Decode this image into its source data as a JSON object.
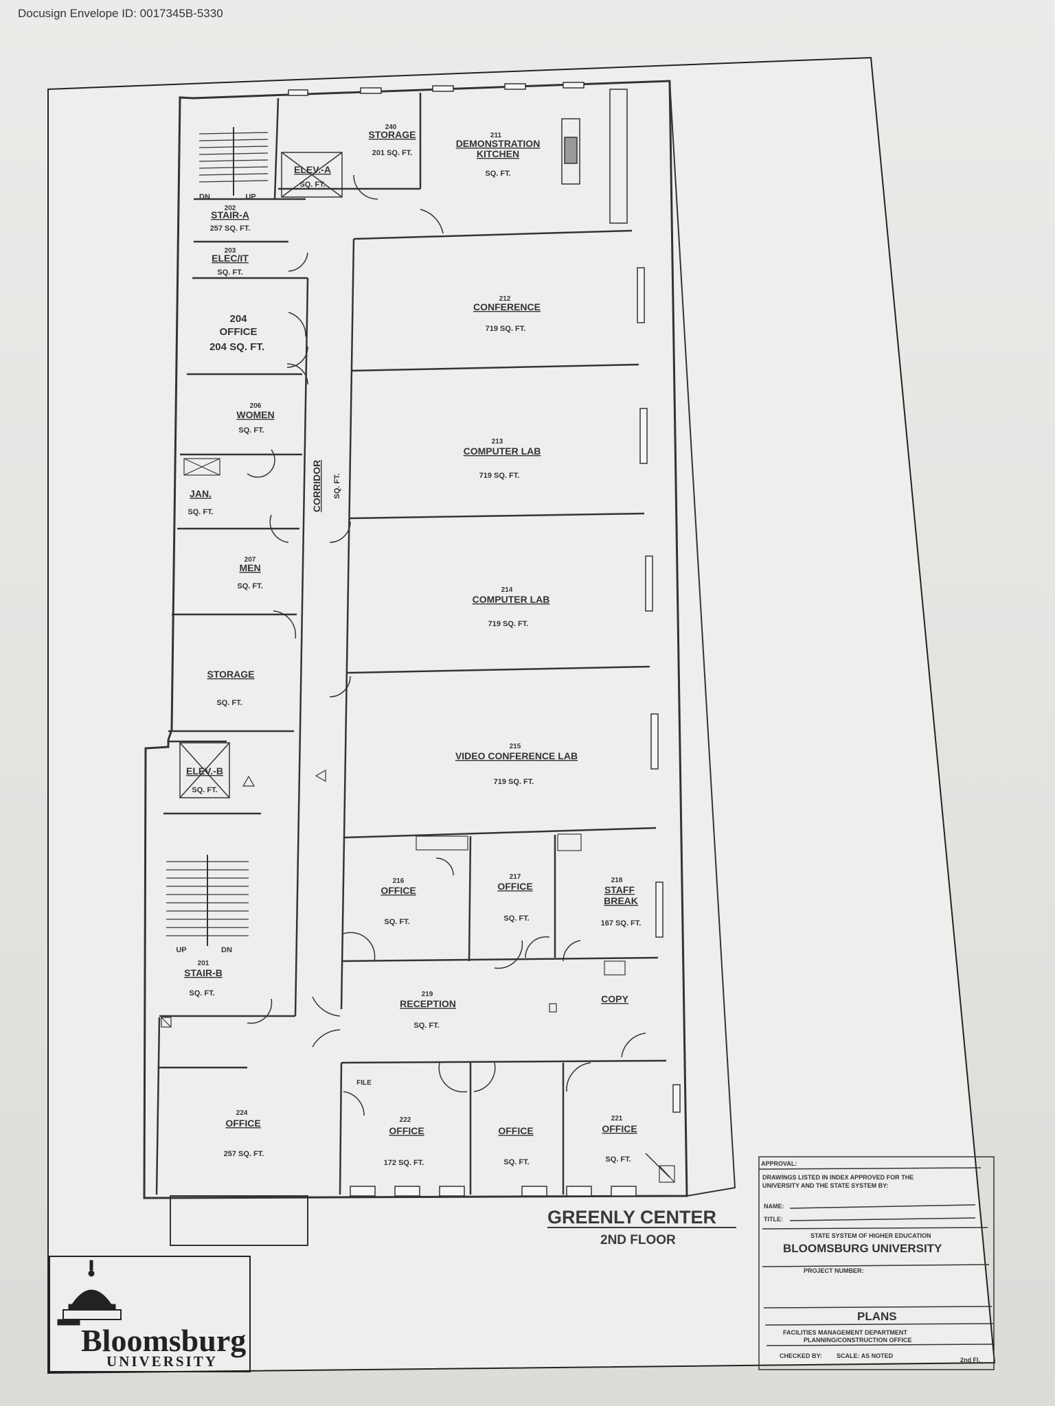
{
  "envelope_id": "Docusign Envelope ID: 0017345B-5330",
  "building_title": "GREENLY CENTER",
  "floor_title": "2ND FLOOR",
  "logo": {
    "name": "Bloomsburg",
    "sub": "UNIVERSITY"
  },
  "title_block": {
    "approval": "APPROVAL:",
    "drawings_note_1": "DRAWINGS LISTED IN INDEX APPROVED FOR THE",
    "drawings_note_2": "UNIVERSITY AND THE STATE SYSTEM BY:",
    "name_label": "NAME:",
    "title_label": "TITLE:",
    "state_system": "STATE SYSTEM OF HIGHER EDUCATION",
    "university": "BLOOMSBURG UNIVERSITY",
    "project_number": "PROJECT NUMBER:",
    "plans": "PLANS",
    "dept_1": "FACILITIES MANAGEMENT DEPARTMENT",
    "dept_2": "PLANNING/CONSTRUCTION OFFICE",
    "checked_by": "CHECKED BY:",
    "scale": "SCALE: AS NOTED",
    "sheet": "2nd Fl."
  },
  "rooms": {
    "storage_top": {
      "num": "240",
      "name": "STORAGE",
      "area": "201 SQ. FT."
    },
    "demo_kitchen": {
      "num": "211",
      "name_1": "DEMONSTRATION",
      "name_2": "KITCHEN",
      "area": "SQ. FT."
    },
    "elev_a": {
      "name": "ELEV.-A",
      "area": "SQ. FT."
    },
    "stair_a": {
      "num": "202",
      "name": "STAIR-A",
      "area": "257 SQ. FT."
    },
    "elec": {
      "num": "203",
      "name": "ELEC/IT",
      "area": "SQ. FT."
    },
    "office_204": {
      "num": "204",
      "name": "OFFICE",
      "area": "204 SQ. FT."
    },
    "women": {
      "num": "206",
      "name": "WOMEN",
      "area": "SQ. FT."
    },
    "jan": {
      "name": "JAN.",
      "area": "SQ. FT."
    },
    "men": {
      "num": "207",
      "name": "MEN",
      "area": "SQ. FT."
    },
    "storage_mid": {
      "name": "STORAGE",
      "area": "SQ. FT."
    },
    "elev_b": {
      "name": "ELEV.-B",
      "area": "SQ. FT."
    },
    "stair_b": {
      "num": "201",
      "name": "STAIR-B",
      "area": "SQ. FT."
    },
    "corridor": {
      "name": "CORRIDOR",
      "area": "SQ. FT."
    },
    "conference": {
      "num": "212",
      "name": "CONFERENCE",
      "area": "719 SQ. FT."
    },
    "computer_lab_213": {
      "num": "213",
      "name": "COMPUTER LAB",
      "area": "719 SQ. FT."
    },
    "computer_lab_214": {
      "num": "214",
      "name": "COMPUTER LAB",
      "area": "719 SQ. FT."
    },
    "video_conf": {
      "num": "215",
      "name": "VIDEO CONFERENCE LAB",
      "area": "719 SQ. FT."
    },
    "office_216": {
      "num": "216",
      "name": "OFFICE",
      "area": "SQ. FT."
    },
    "office_217": {
      "num": "217",
      "name": "OFFICE",
      "area": "SQ. FT."
    },
    "staff_break": {
      "num": "218",
      "name_1": "STAFF",
      "name_2": "BREAK",
      "area": "167 SQ. FT."
    },
    "reception": {
      "num": "219",
      "name": "RECEPTION",
      "area": "SQ. FT."
    },
    "copy": {
      "name": "COPY"
    },
    "office_224": {
      "num": "224",
      "name": "OFFICE",
      "area": "257 SQ. FT."
    },
    "office_222": {
      "num": "222",
      "name": "OFFICE",
      "area": "172 SQ. FT."
    },
    "office_mid": {
      "name": "OFFICE",
      "area": "SQ. FT."
    },
    "office_221": {
      "num": "221",
      "name": "OFFICE",
      "area": "SQ. FT."
    },
    "file_small": {
      "name": "FILE"
    }
  },
  "stair_labels": {
    "dn": "DN",
    "up": "UP"
  }
}
